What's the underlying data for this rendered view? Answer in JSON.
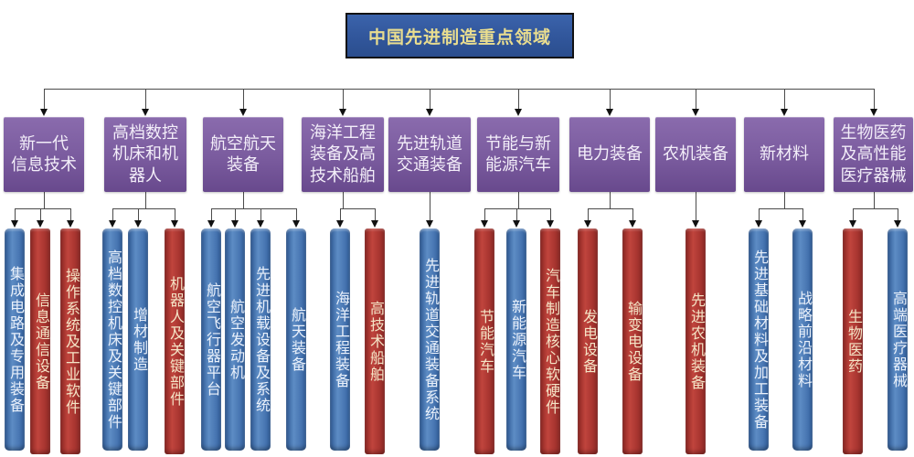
{
  "title": {
    "label": "中国先进制造重点领域"
  },
  "colors": {
    "title_box_bg": "#31569b",
    "title_text": "#e9dd8f",
    "category_bg": "#7a5b9e",
    "category_text": "#f3eef9",
    "bar_blue": "#4a78b4",
    "bar_red": "#aa3631",
    "bar_text_blue": "#eaf1fb",
    "bar_text_red": "#f4e4c6",
    "connector_line": "#4a4a4a"
  },
  "groups": [
    {
      "label": "新一代\n信息技术",
      "bars": [
        {
          "label": "集成电路及专用装备",
          "color": "blue"
        },
        {
          "label": "信息通信设备",
          "color": "red"
        },
        {
          "label": "操作系统及工业软件",
          "color": "red"
        }
      ]
    },
    {
      "label": "高档数控\n机床和机\n器人",
      "bars": [
        {
          "label": "高档数控机床及关键部件",
          "color": "blue"
        },
        {
          "label": "增材制造",
          "color": "blue"
        },
        {
          "label": "机器人及关键部件",
          "color": "red"
        }
      ]
    },
    {
      "label": "航空航天\n装备",
      "bars": [
        {
          "label": "航空飞行器平台",
          "color": "blue"
        },
        {
          "label": "航空发动机",
          "color": "blue"
        },
        {
          "label": "先进机载设备及系统",
          "color": "blue"
        },
        {
          "label": "航天装备",
          "color": "blue"
        }
      ]
    },
    {
      "label": "海洋工程\n装备及高\n技术船舶",
      "bars": [
        {
          "label": "海洋工程装备",
          "color": "blue"
        },
        {
          "label": "高技术船舶",
          "color": "red"
        }
      ]
    },
    {
      "label": "先进轨道\n交通装备",
      "bars": [
        {
          "label": "先进轨道交通装备系统",
          "color": "blue"
        }
      ]
    },
    {
      "label": "节能与新\n能源汽车",
      "bars": [
        {
          "label": "节能汽车",
          "color": "red"
        },
        {
          "label": "新能源汽车",
          "color": "blue"
        },
        {
          "label": "汽车制造核心软硬件",
          "color": "red"
        }
      ]
    },
    {
      "label": "电力装备",
      "bars": [
        {
          "label": "发电设备",
          "color": "red"
        },
        {
          "label": "输变电设备",
          "color": "red"
        }
      ]
    },
    {
      "label": "农机装备",
      "bars": [
        {
          "label": "先进农机装备",
          "color": "red"
        }
      ]
    },
    {
      "label": "新材料",
      "bars": [
        {
          "label": "先进基础材料及加工装备",
          "color": "blue"
        },
        {
          "label": "战略前沿材料",
          "color": "blue"
        }
      ]
    },
    {
      "label": "生物医药\n及高性能\n医疗器械",
      "bars": [
        {
          "label": "生物医药",
          "color": "red"
        },
        {
          "label": "高端医疗器械",
          "color": "blue"
        }
      ]
    }
  ]
}
